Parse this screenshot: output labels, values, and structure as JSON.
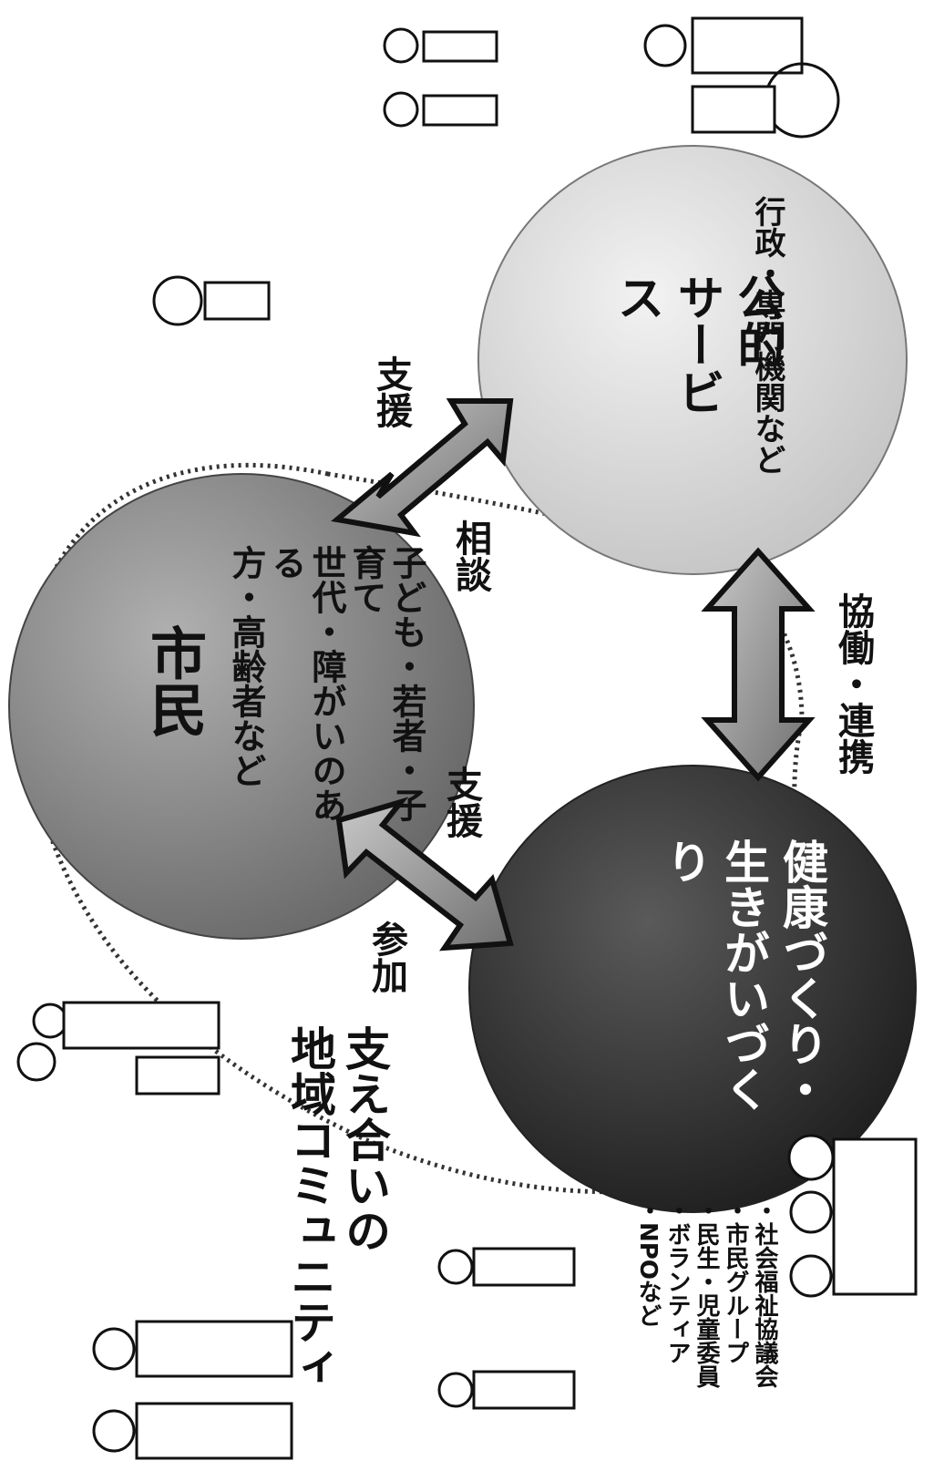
{
  "circles": {
    "citizen": {
      "title": "市民",
      "desc": [
        "子ども・若者・子育て",
        "世代・障がいのある",
        "方・高齢者など"
      ]
    },
    "public": {
      "title": [
        "公的",
        "サービス"
      ],
      "desc": "行政・専門機関など"
    },
    "health": {
      "title": [
        "健康づくり・",
        "生きがいづくり"
      ]
    }
  },
  "arrows": {
    "top": {
      "label_support": "支援",
      "label_consult": "相談"
    },
    "left": {
      "label_support": "支援",
      "label_join": "参加"
    },
    "right": {
      "label": "協働・連携"
    }
  },
  "community": {
    "title": [
      "支え合いの",
      "地域コミュニティ"
    ]
  },
  "members_list": [
    "・社会福祉協議会",
    "・市民グループ",
    "・民生・児童委員",
    "・ボランティア",
    "・NPOなど"
  ],
  "colors": {
    "citizen_fill": "#8a8a8a",
    "public_fill": "#dadada",
    "health_fill": "#3a3a3a",
    "arrow_fill": "#9a9a9a",
    "dotted_line": "#333333"
  }
}
